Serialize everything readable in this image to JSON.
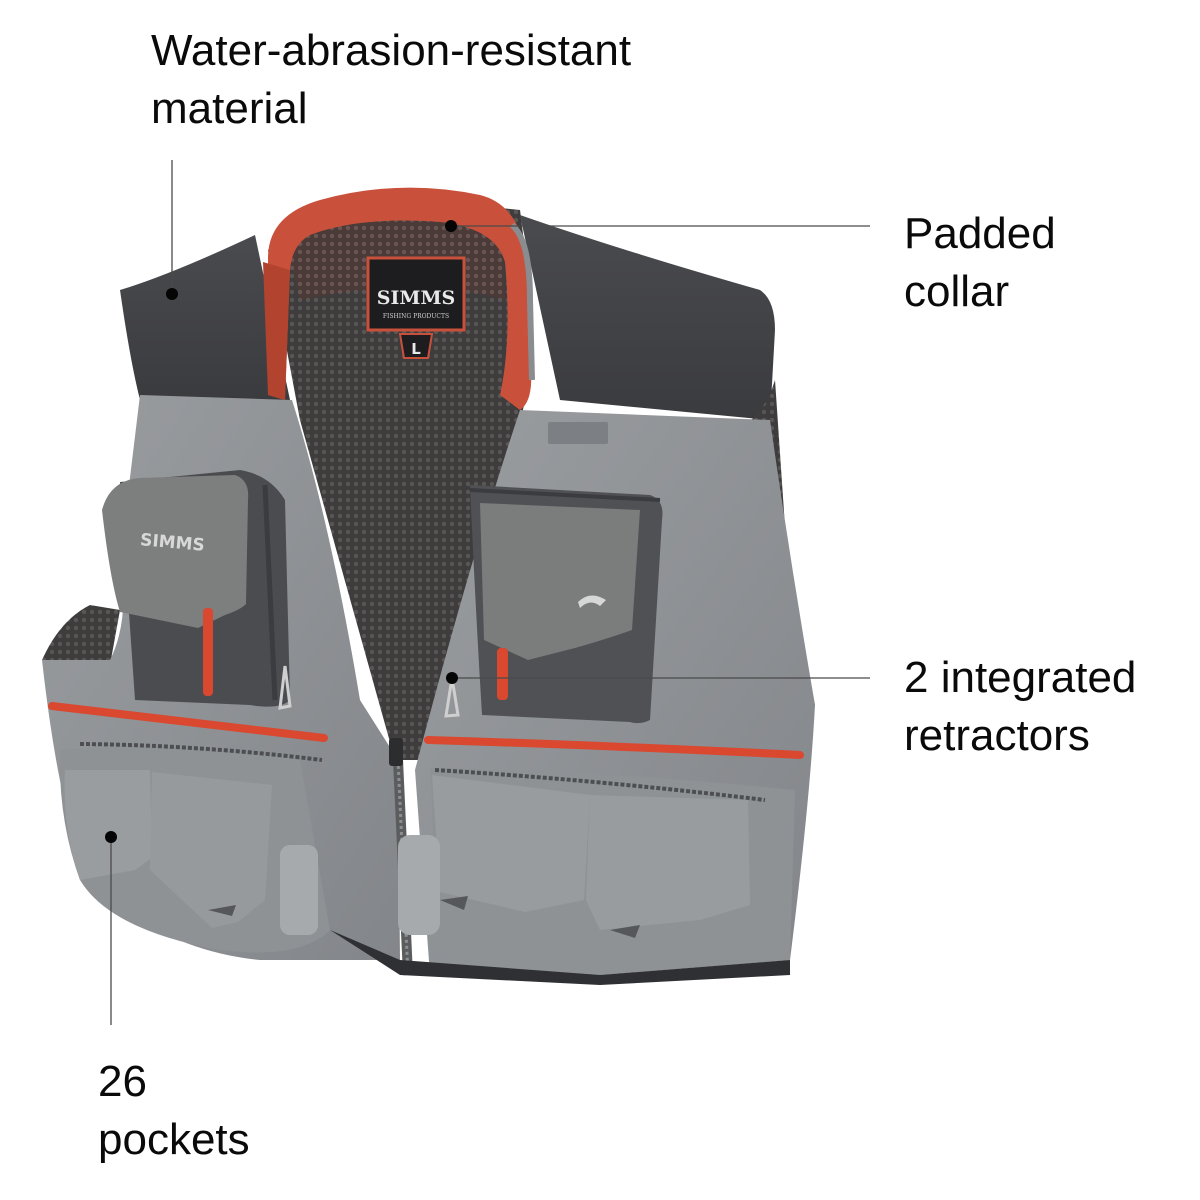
{
  "product": {
    "brand_labels": [
      "SIMMS",
      "SIMMS"
    ],
    "size_tag": "L",
    "tag_subtitle": "FISHING PRODUCTS"
  },
  "callouts": [
    {
      "id": "material",
      "lines": [
        "Water-abrasion-resistant",
        "material"
      ],
      "dot": [
        172,
        294
      ],
      "line_to": [
        172,
        160
      ]
    },
    {
      "id": "collar",
      "lines": [
        "Padded",
        "collar"
      ],
      "dot": [
        451,
        226
      ],
      "line_to": [
        870,
        226
      ]
    },
    {
      "id": "retractors",
      "lines": [
        "2 integrated",
        "retractors"
      ],
      "dot": [
        452,
        678
      ],
      "line_to": [
        870,
        678
      ]
    },
    {
      "id": "pockets",
      "lines": [
        "26",
        "pockets"
      ],
      "dot": [
        111,
        837
      ],
      "line_to": [
        111,
        1025
      ]
    }
  ],
  "colors": {
    "background": "#ffffff",
    "text": "#0a0a0a",
    "leader": "#4a4a4a",
    "dot": "#050505",
    "vest_gray": "#8a8d90",
    "vest_light": "#9c9fa2",
    "vest_dark": "#3e3f42",
    "collar_red": "#c9513c",
    "zipper_red": "#d9482f",
    "mesh": "#4a4848",
    "felt": "#7b7c7c"
  }
}
